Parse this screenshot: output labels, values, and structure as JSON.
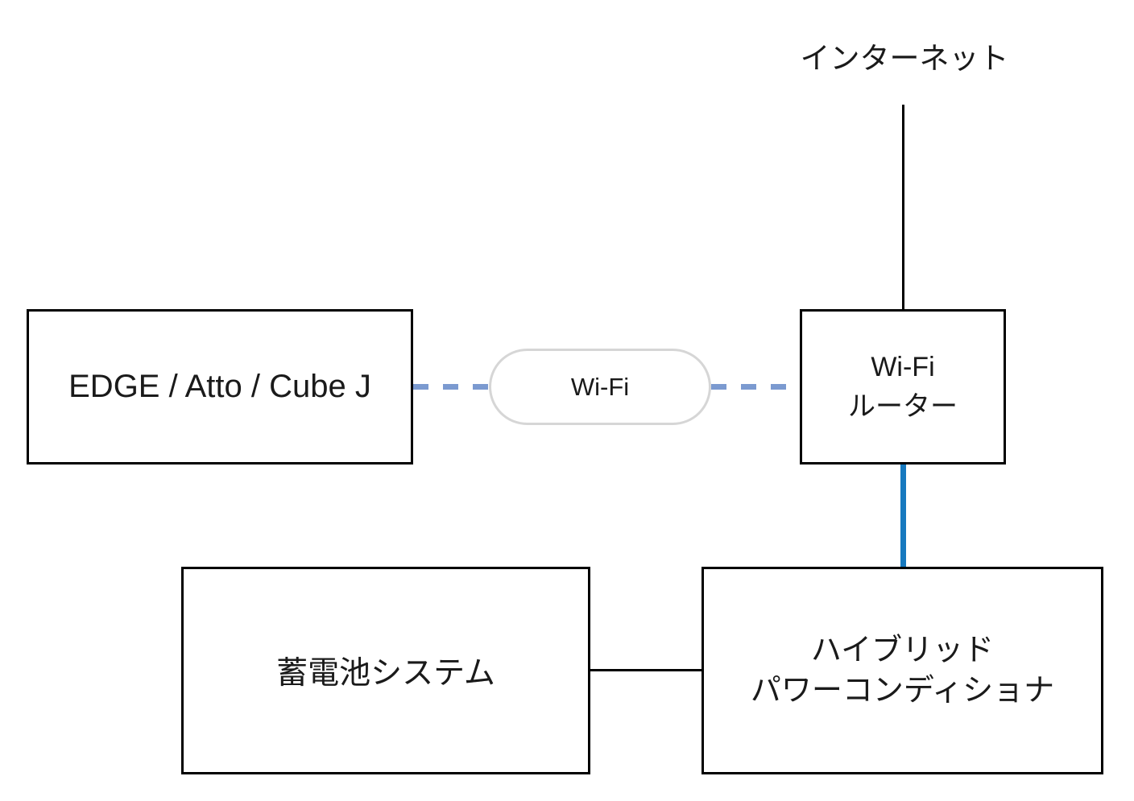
{
  "diagram": {
    "internet": {
      "label": "インターネット"
    },
    "edge_device": {
      "label": "EDGE / Atto / Cube J"
    },
    "wifi_link": {
      "label": "Wi-Fi"
    },
    "wifi_router": {
      "line1": "Wi-Fi",
      "line2": "ルーター"
    },
    "battery_system": {
      "label": "蓄電池システム"
    },
    "hybrid_power_conditioner": {
      "line1": "ハイブリッド",
      "line2": "パワーコンディショナ"
    },
    "colors": {
      "solid_link": "#1679bf",
      "wireless_link": "#7b9ad0",
      "wire": "#000000",
      "oval_border": "#d6d6d6"
    }
  }
}
